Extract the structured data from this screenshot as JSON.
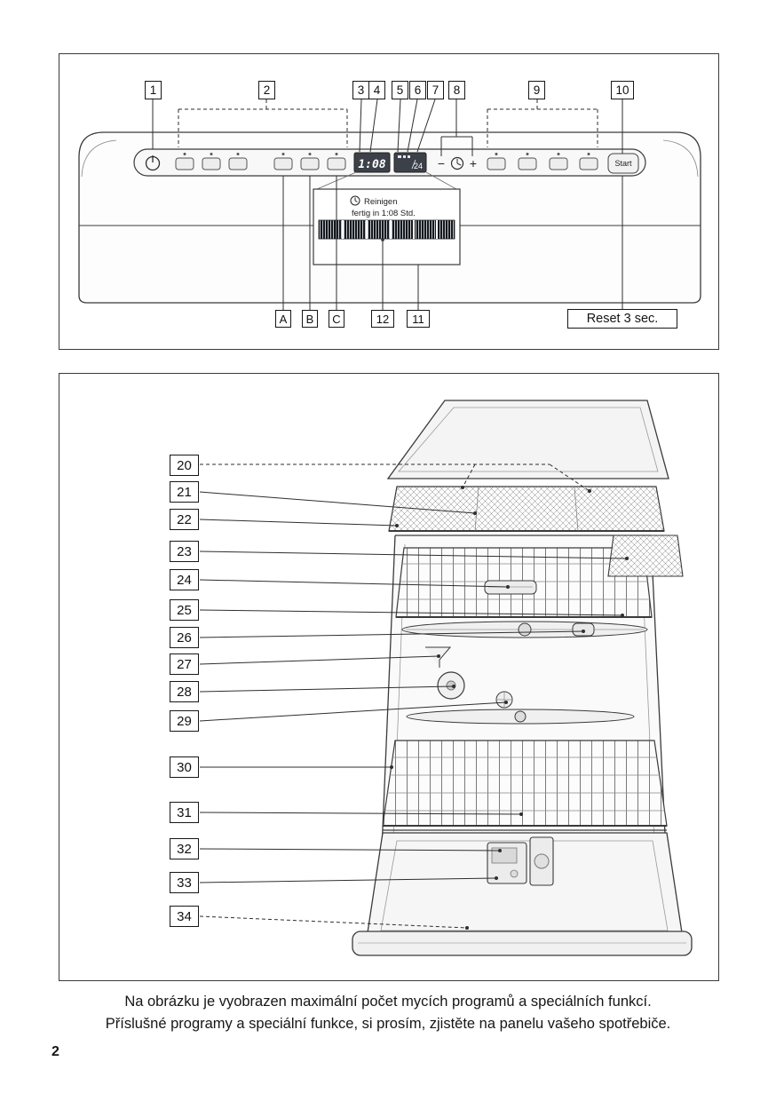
{
  "page_number": "2",
  "caption": {
    "line1": "Na obrázku je vyobrazen maximální počet mycích programů a speciálních funkcí.",
    "line2": "Příslušné programy a speciální funkce, si prosím, zjistěte na panelu vašeho spotřebiče."
  },
  "panel_diagram": {
    "callouts_top": [
      "1",
      "2",
      "3",
      "4",
      "5",
      "6",
      "7",
      "8",
      "9",
      "10"
    ],
    "callouts_bottom": [
      "A",
      "B",
      "C",
      "12",
      "11"
    ],
    "reset_label": "Reset 3 sec.",
    "controls": {
      "start_label": "Start",
      "minus_label": "−",
      "plus_label": "+",
      "display_time": "1:08",
      "display_small": "24"
    },
    "magnified_display": {
      "line1": "Reinigen",
      "line2": "fertig in 1:08 Std."
    },
    "icons": [
      "power-icon",
      "delay-timer-icon",
      "status-clock-icon"
    ]
  },
  "interior_diagram": {
    "callouts": [
      "20",
      "21",
      "22",
      "23",
      "24",
      "25",
      "26",
      "27",
      "28",
      "29",
      "30",
      "31",
      "32",
      "33",
      "34"
    ]
  },
  "colors": {
    "display_bg": "#3c4149",
    "display_text": "#ffffff",
    "line": "#2e2e2e",
    "frame_border": "#3a3a3a"
  }
}
